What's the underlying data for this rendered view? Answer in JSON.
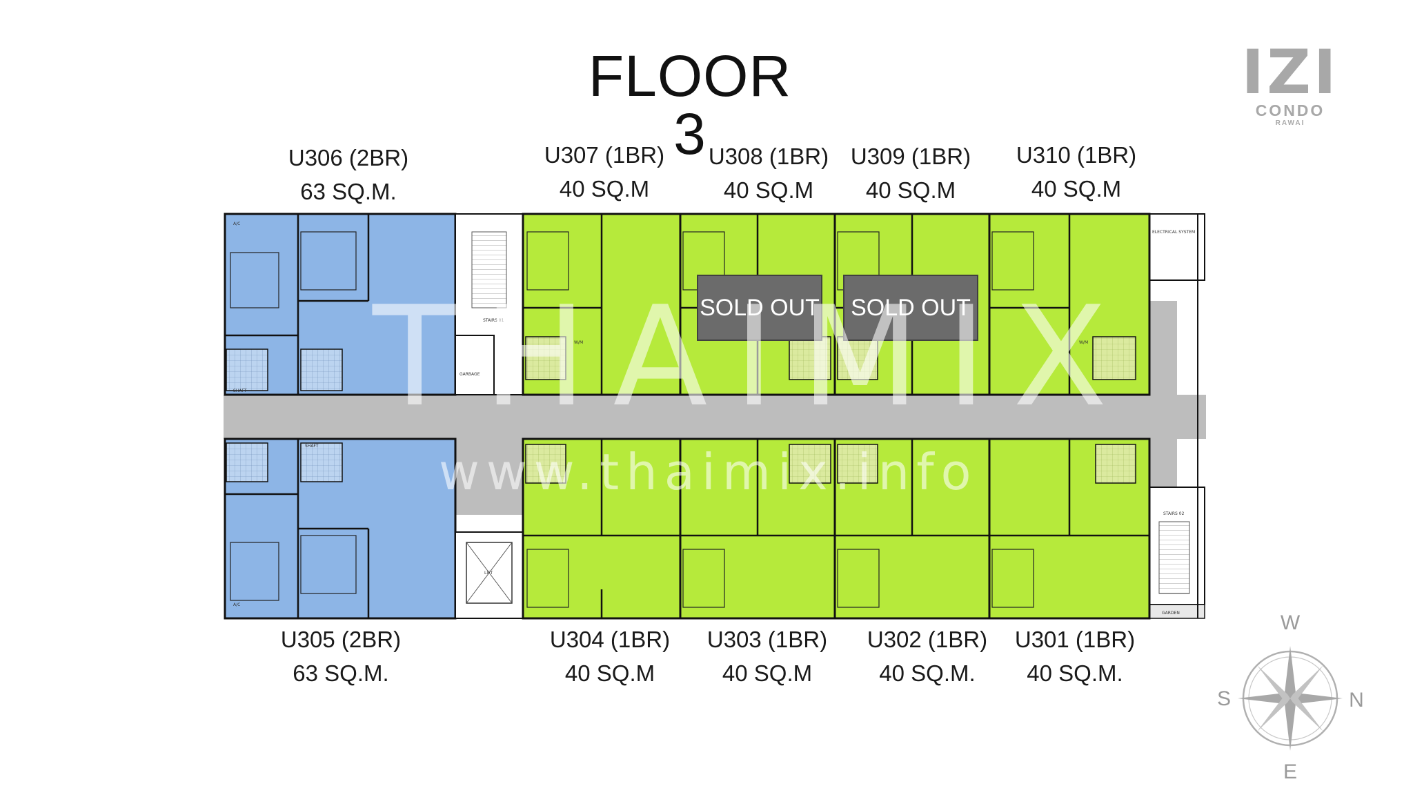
{
  "title": "FLOOR 3",
  "brand": {
    "name": "IZI",
    "line2": "CONDO",
    "line3": "RAWAI"
  },
  "units_top": [
    {
      "id": "U306",
      "name": "U306 (2BR)",
      "area": "63 SQ.M.",
      "type": "2BR"
    },
    {
      "id": "U307",
      "name": "U307 (1BR)",
      "area": "40 SQ.M",
      "type": "1BR"
    },
    {
      "id": "U308",
      "name": "U308 (1BR)",
      "area": "40 SQ.M",
      "type": "1BR",
      "status": "SOLD OUT"
    },
    {
      "id": "U309",
      "name": "U309 (1BR)",
      "area": "40 SQ.M",
      "type": "1BR",
      "status": "SOLD OUT"
    },
    {
      "id": "U310",
      "name": "U310 (1BR)",
      "area": "40 SQ.M",
      "type": "1BR"
    }
  ],
  "units_bottom": [
    {
      "id": "U305",
      "name": "U305 (2BR)",
      "area": "63 SQ.M.",
      "type": "2BR"
    },
    {
      "id": "U304",
      "name": "U304 (1BR)",
      "area": "40 SQ.M",
      "type": "1BR"
    },
    {
      "id": "U303",
      "name": "U303 (1BR)",
      "area": "40 SQ.M",
      "type": "1BR"
    },
    {
      "id": "U302",
      "name": "U302 (1BR)",
      "area": "40 SQ.M.",
      "type": "1BR"
    },
    {
      "id": "U301",
      "name": "U301 (1BR)",
      "area": "40 SQ.M.",
      "type": "1BR"
    }
  ],
  "rooms": {
    "stairs_1": "STAIRS 01",
    "stairs_2": "STAIRS 02",
    "garbage": "GARBAGE",
    "electrical": "ELECTRICAL SYSTEM",
    "garden": "GARDEN",
    "lift": "LIFT",
    "ac": "A/C",
    "shaft": "SHAFT",
    "wash": "W/M"
  },
  "watermark": {
    "brand": "THAIMIX",
    "url": "www.thaimix.info"
  },
  "compass": {
    "top": "W",
    "left": "S",
    "right": "N",
    "bottom": "E"
  },
  "colors": {
    "two_bedroom": "#8db5e6",
    "one_bedroom": "#b6ea3b",
    "corridor": "#bdbdbd",
    "sold_out": "#6b6b6b",
    "wall": "#111111",
    "bath_tile": "#dbea9f"
  }
}
